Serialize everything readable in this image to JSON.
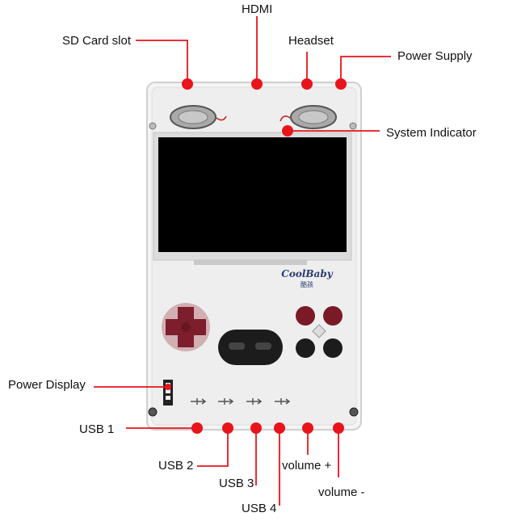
{
  "labels": {
    "hdmi": "HDMI",
    "sd_card_slot": "SD Card slot",
    "headset": "Headset",
    "power_supply": "Power Supply",
    "system_indicator": "System Indicator",
    "power_display": "Power Display",
    "usb1": "USB 1",
    "usb2": "USB 2",
    "usb3": "USB 3",
    "usb4": "USB 4",
    "volume_up": "volume +",
    "volume_down": "volume -"
  },
  "device": {
    "brand": "CoolBaby",
    "brand_sub": "酷孩"
  },
  "colors": {
    "callout": "#e8141b",
    "screen": "#000000",
    "case": "#f1f1f1",
    "dpad": "#7d1e2c",
    "button_red": "#7a1a26",
    "button_black": "#1c1c1c",
    "brand": "#2b3a72"
  }
}
